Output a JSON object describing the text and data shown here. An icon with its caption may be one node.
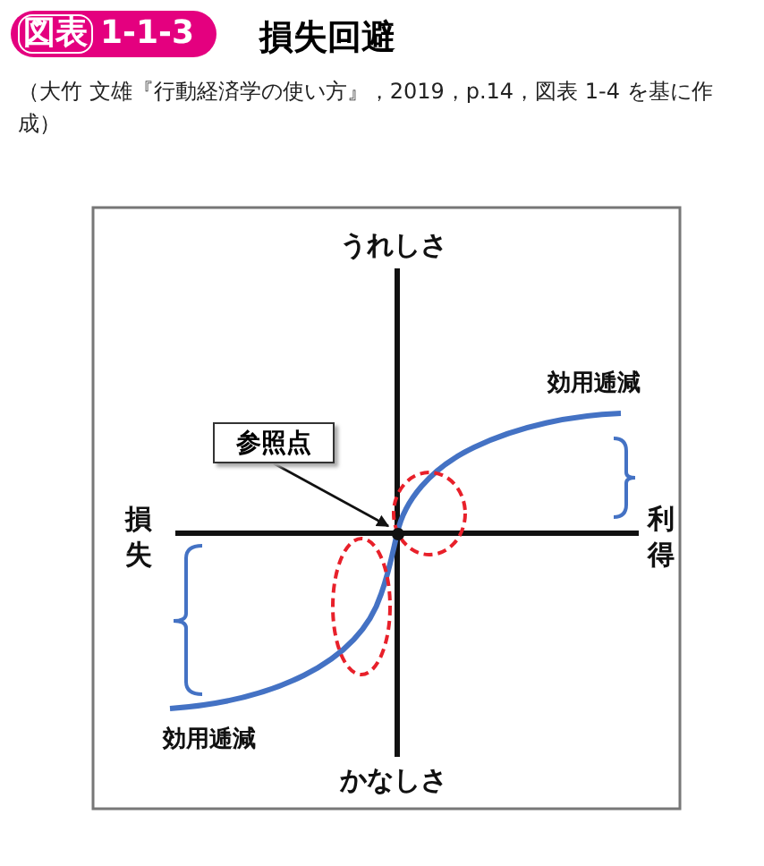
{
  "diagram": {
    "title": "損失回避",
    "caption": "（大竹 文雄『行動経済学の使い方』，2019，p.14，図表 1-4 を基に作成）",
    "nodes": [
      {
        "text": [
          "参照点"
        ]
      },
      {
        "text": [],
        "shape": "point"
      }
    ],
    "edges": [
      {
        "from": 0,
        "to": 1,
        "arrow": "to"
      }
    ],
    "labels": [
      "図表",
      "1-1-3",
      "うれしさ",
      "効用逓減",
      "損失",
      "利得",
      "効用逓減",
      "かなしさ"
    ]
  }
}
